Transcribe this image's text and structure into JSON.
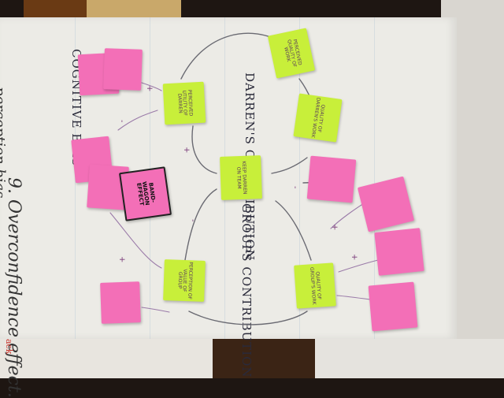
{
  "handwriting": {
    "cognitive_bias": "COGNITIVE BIAS",
    "darrens_contribution": "DARREN'S CONTRIBUTION",
    "groups_contribution": "GROUPS CONTRIBUTION",
    "overconfidence": "9. Overconfidence effect.",
    "bias_fragment": "perception bias"
  },
  "signs": [
    "+",
    "-",
    "+",
    "-",
    "+",
    "+",
    "+",
    "-"
  ],
  "notes": {
    "green_top": "PERCEIVED UTILITY OF DARREN",
    "green_center": "KEEP DARREN ON TEAM",
    "green_bottom_left": "PERCEPTION OF VALUE OF GROUP",
    "green_top_right": "PERCEIVED QUALITY OF WORK",
    "green_mid_right": "QUALITY OF DARREN'S WORK",
    "green_bottom_right": "QUALITY OF GROUP'S WORK",
    "pink_bandwagon": "BAND-WAGON EFFECT"
  },
  "colors": {
    "green": "#c8ef3a",
    "pink": "#f36fb7",
    "paper": "#ecebe6"
  }
}
